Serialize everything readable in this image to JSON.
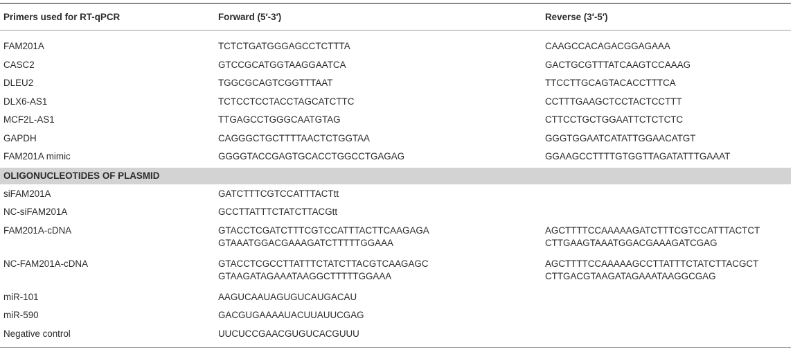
{
  "header": {
    "col1": "Primers used for RT-qPCR",
    "col2": "Forward (5′-3′)",
    "col3": "Reverse (3′-5′)"
  },
  "primers": [
    {
      "name": "FAM201A",
      "forward": [
        "TCTCTGATGGGAGCCTCTTTA"
      ],
      "reverse": [
        "CAAGCCACAGACGGAGAAA"
      ]
    },
    {
      "name": "CASC2",
      "forward": [
        "GTCCGCATGGTAAGGAATCA"
      ],
      "reverse": [
        "GACTGCGTTTATCAAGTCCAAAG"
      ]
    },
    {
      "name": "DLEU2",
      "forward": [
        "TGGCGCAGTCGGTTTAAT"
      ],
      "reverse": [
        "TTCCTTGCAGTACACCTTTCA"
      ]
    },
    {
      "name": "DLX6-AS1",
      "forward": [
        "TCTCCTCCTACCTAGCATCTTC"
      ],
      "reverse": [
        "CCTTTGAAGCTCCTACTCCTTT"
      ]
    },
    {
      "name": "MCF2L-AS1",
      "forward": [
        "TTGAGCCTGGGCAATGTAG"
      ],
      "reverse": [
        "CTTCCTGCTGGAATTCTCTCTC"
      ]
    },
    {
      "name": "GAPDH",
      "forward": [
        "CAGGGCTGCTTTTAACTCTGGTAA"
      ],
      "reverse": [
        "GGGTGGAATCATATTGGAACATGT"
      ]
    },
    {
      "name": "FAM201A mimic",
      "forward": [
        "GGGGTACCGAGTGCACCTGGCCTGAGAG"
      ],
      "reverse": [
        "GGAAGCCTTTTGTGGTTAGATATTTGAAAT"
      ]
    }
  ],
  "section_title": "OLIGONUCLEOTIDES OF PLASMID",
  "oligos": [
    {
      "name": "siFAM201A",
      "forward": [
        "GATCTTTCGTCCATTTACTtt"
      ],
      "reverse": []
    },
    {
      "name": "NC-siFAM201A",
      "forward": [
        "GCCTTATTTCTATCTTACGtt"
      ],
      "reverse": []
    },
    {
      "name": "FAM201A-cDNA",
      "forward": [
        "GTACCTCGATCTTTCGTCCATTTACTTCAAGAGA",
        "GTAAATGGACGAAAGATCTTTTTGGAAA"
      ],
      "reverse": [
        "AGCTTTTCCAAAAAGATCTTTCGTCCATTTACTCT",
        "CTTGAAGTAAATGGACGAAAGATCGAG"
      ]
    },
    {
      "name": "NC-FAM201A-cDNA",
      "forward": [
        "GTACCTCGCCTTATTTCTATCTTACGTCAAGAGC",
        "GTAAGATAGAAATAAGGCTTTTTGGAAA"
      ],
      "reverse": [
        "AGCTTTTCCAAAAAGCCTTATTTCTATCTTACGCT",
        "CTTGACGTAAGATAGAAATAAGGCGAG"
      ]
    },
    {
      "name": "miR-101",
      "forward": [
        "AAGUCAAUAGUGUCAUGACAU"
      ],
      "reverse": []
    },
    {
      "name": "miR-590",
      "forward": [
        "GACGUGAAAAUACUUAUUCGAG"
      ],
      "reverse": []
    },
    {
      "name": "Negative control",
      "forward": [
        "UUCUCCGAACGUGUCACGUUU"
      ],
      "reverse": []
    }
  ]
}
